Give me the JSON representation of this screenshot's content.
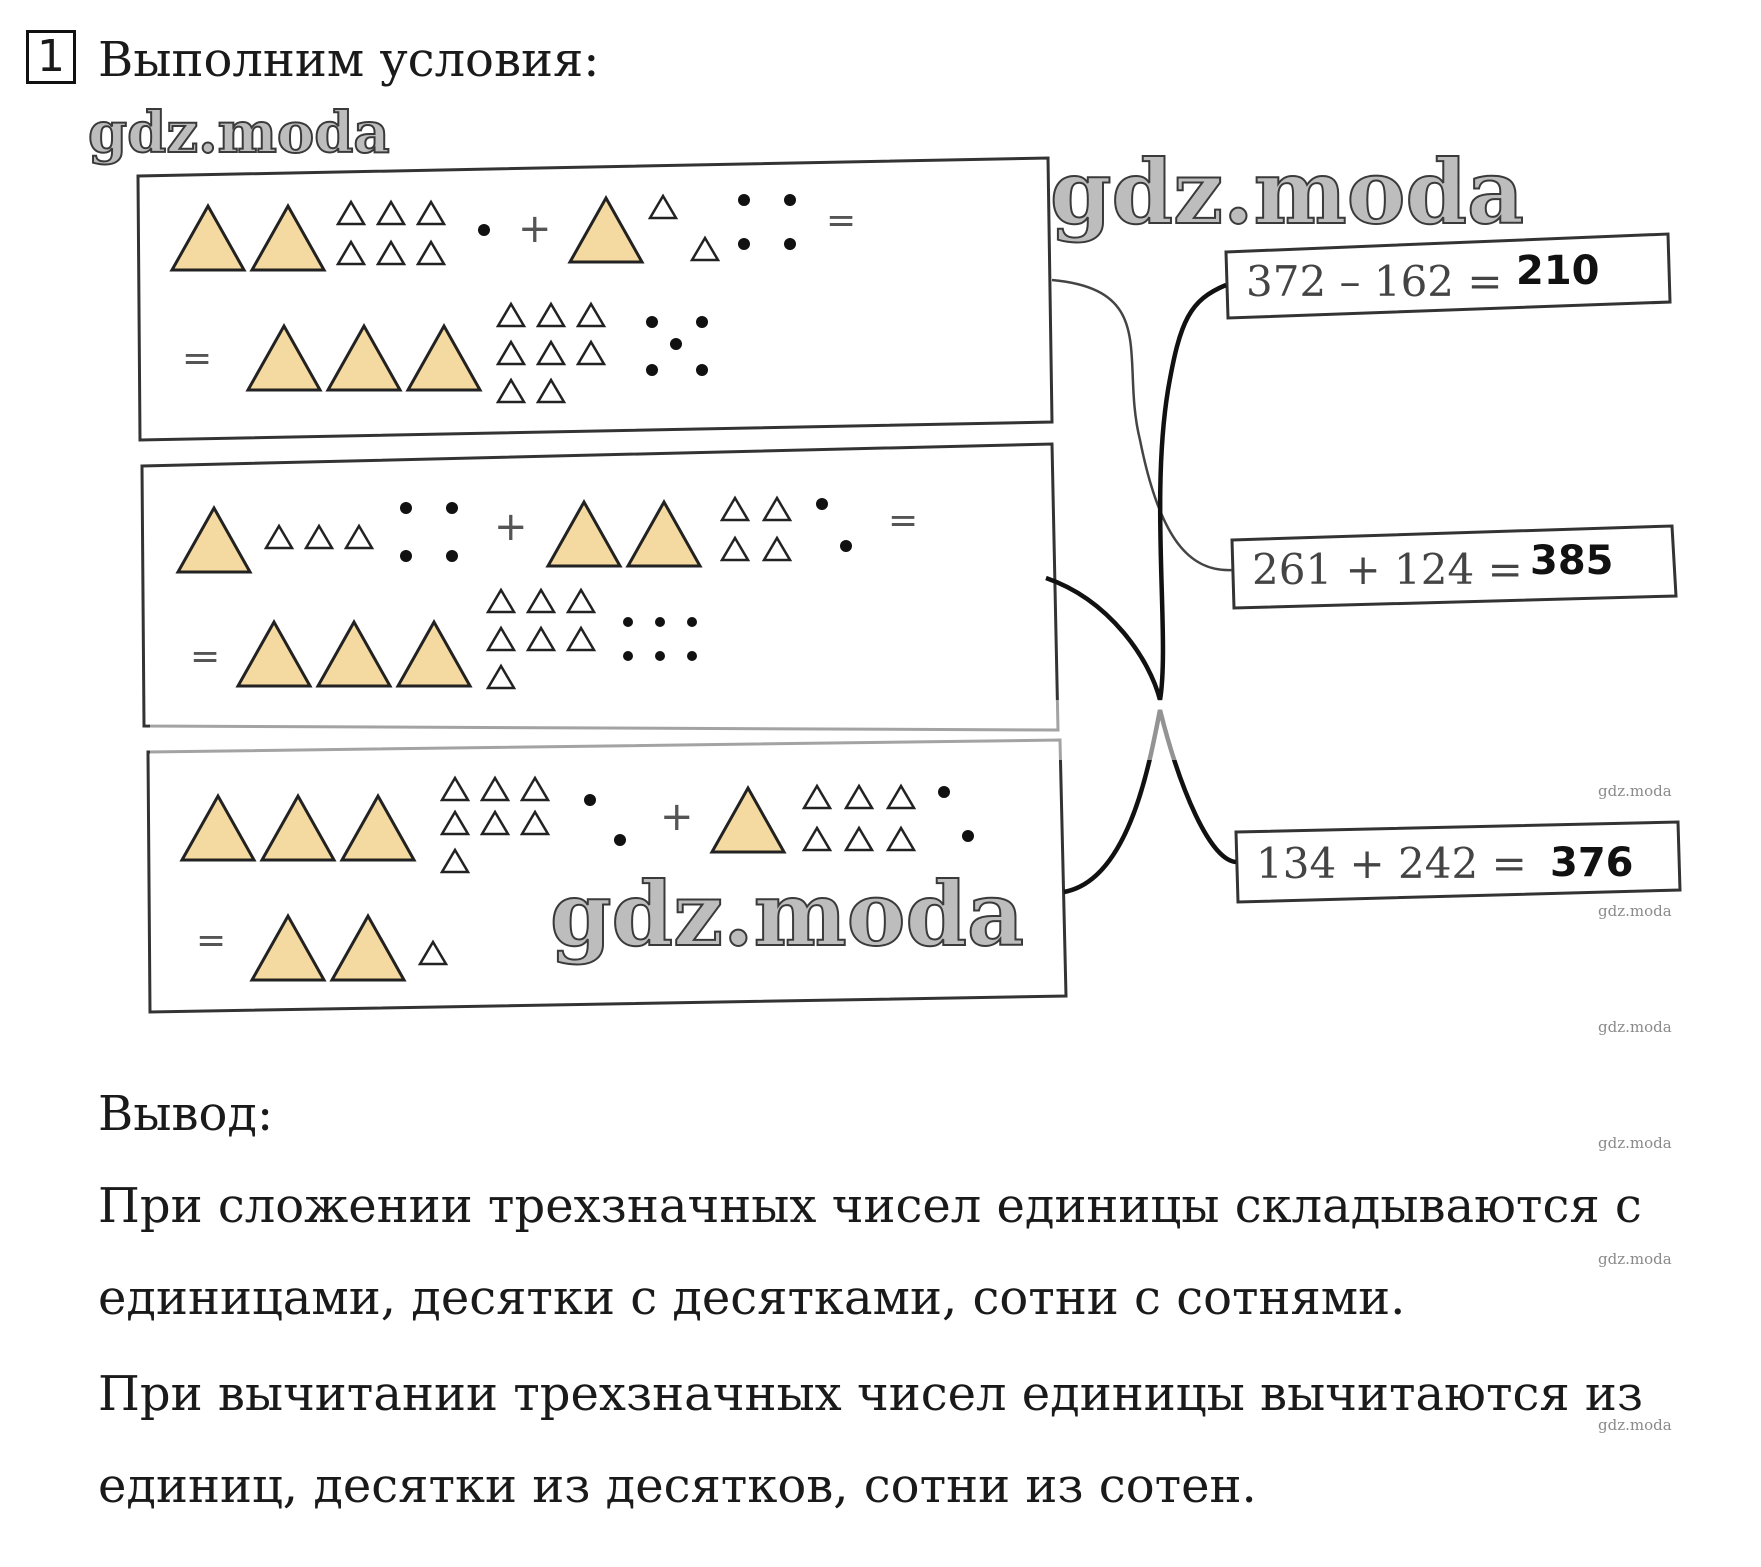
{
  "task": {
    "number": "1",
    "heading": "Выполним условия:"
  },
  "watermark": {
    "text": "gdz.moda"
  },
  "equations": [
    {
      "expression": "372 – 162 =",
      "answer": "210"
    },
    {
      "expression": "261 + 124 =",
      "answer": "385"
    },
    {
      "expression": "134 + 242 =",
      "answer": "376"
    }
  ],
  "conclusion": {
    "title": "Вывод:",
    "lines": [
      "При сложении трехзначных чисел единицы складываются с",
      "единицами, десятки с десятками, сотни с сотнями.",
      "При вычитании трехзначных чисел единицы вычитаются из",
      "единиц, десятки из десятков, сотни из сотен."
    ]
  },
  "colors": {
    "triangle_fill": "#f4d9a0",
    "stroke": "#222222",
    "box_border": "#333333"
  }
}
